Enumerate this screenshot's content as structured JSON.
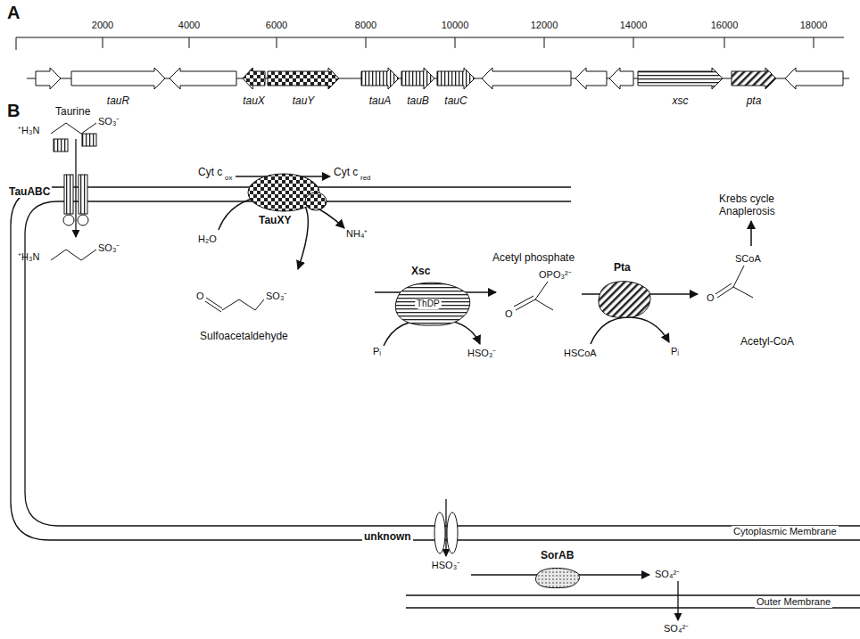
{
  "diagram": {
    "nodes": [
      {
        "text": [
          "tauR"
        ]
      },
      {
        "text": [
          "tauX"
        ]
      },
      {
        "text": [
          "tauY"
        ]
      },
      {
        "text": [
          "tauA"
        ]
      },
      {
        "text": [
          "tauB"
        ]
      },
      {
        "text": [
          "tauC"
        ]
      },
      {
        "text": [
          "xsc"
        ]
      },
      {
        "text": [
          "pta"
        ]
      },
      {
        "text": [
          "TauABC"
        ]
      },
      {
        "text": [
          "TauXY"
        ]
      },
      {
        "text": [
          "Xsc",
          "ThDP"
        ]
      },
      {
        "text": [
          "Pta"
        ]
      },
      {
        "text": [
          "unknown"
        ]
      },
      {
        "text": [
          "SorAB"
        ]
      }
    ],
    "labels": [
      "A",
      "2000",
      "4000",
      "6000",
      "8000",
      "10000",
      "12000",
      "14000",
      "16000",
      "18000",
      "B",
      "Taurine",
      "⁺H₃N",
      "SO₃⁻",
      "Cyt c",
      "ox",
      "Cyt c",
      "red",
      "⁺H₃N",
      "SO₃⁻",
      "H₂O",
      "NH₄⁺",
      "O",
      "SO₃⁻",
      "Sulfoacetaldehyde",
      "Pᵢ",
      "HSO₃⁻",
      "Acetyl phosphate",
      "OPO₃²⁻",
      "O",
      "HSCoA",
      "Pᵢ",
      "Krebs cycle",
      "Anaplerosis",
      "SCoA",
      "O",
      "Acetyl-CoA",
      "Cytoplasmic Membrane",
      "HSO₃⁻",
      "SO₄²⁻",
      "Outer Membrane",
      "SO₄²⁻"
    ]
  }
}
